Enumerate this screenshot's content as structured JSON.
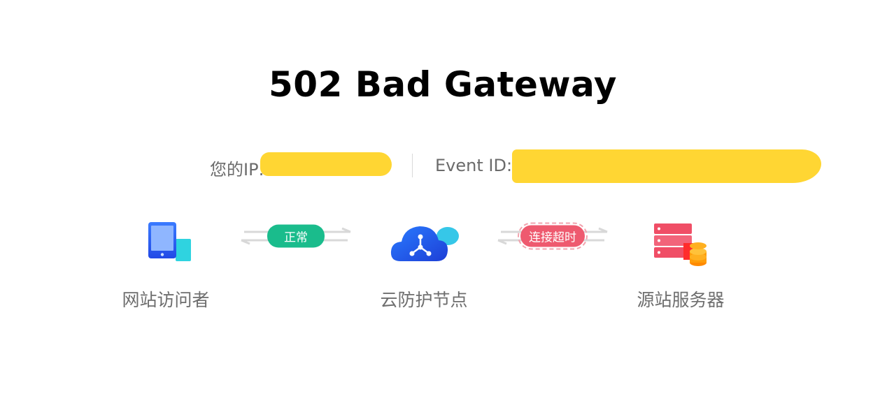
{
  "page": {
    "title": "502 Bad Gateway"
  },
  "info": {
    "ip_label": "您的IP:",
    "event_label": "Event ID:"
  },
  "flow": {
    "nodes": [
      {
        "label": "网站访问者",
        "icon": "mobile-device-icon"
      },
      {
        "label": "云防护节点",
        "icon": "cloud-node-icon"
      },
      {
        "label": "源站服务器",
        "icon": "server-icon"
      }
    ],
    "links": [
      {
        "status": "正常",
        "color": "#1abc8c"
      },
      {
        "status": "连接超时",
        "color": "#ee5a6f"
      }
    ]
  },
  "colors": {
    "redaction": "#ffd633",
    "ok": "#1abc8c",
    "error": "#ee5a6f",
    "text_muted": "#6e6e6e"
  }
}
